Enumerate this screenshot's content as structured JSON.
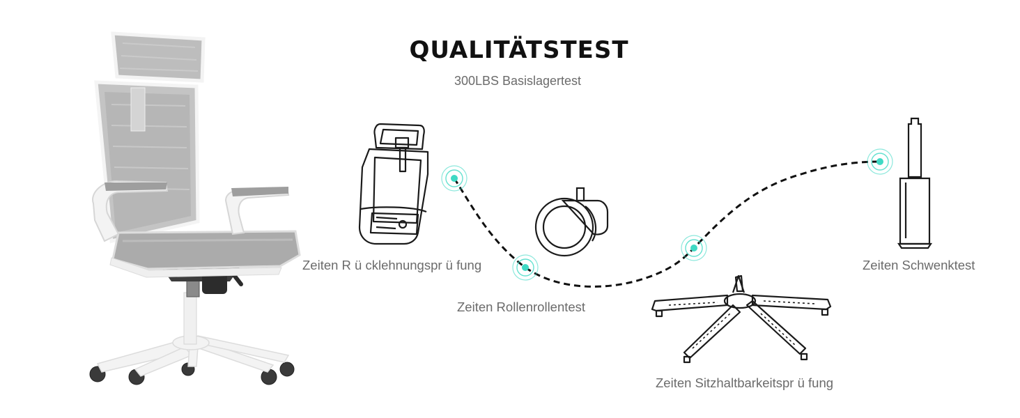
{
  "header": {
    "title": "QUALITÄTSTEST",
    "subtitle": "300LBS Basislagertest"
  },
  "tests": [
    {
      "label": "Zeiten R ü cklehnungspr ü fung",
      "icon": "backrest-icon"
    },
    {
      "label": "Zeiten Rollenrollentest",
      "icon": "caster-wheel-icon"
    },
    {
      "label": "Zeiten Sitzhaltbarkeitspr ü fung",
      "icon": "chair-base-icon"
    },
    {
      "label": "Zeiten Schwenktest",
      "icon": "gas-cylinder-icon"
    }
  ],
  "colors": {
    "accent": "#3fd9c4",
    "path": "#111111",
    "text": "#6b6b6b",
    "chair_mesh": "#b9b9b9",
    "chair_frame": "#f2f2f2"
  }
}
